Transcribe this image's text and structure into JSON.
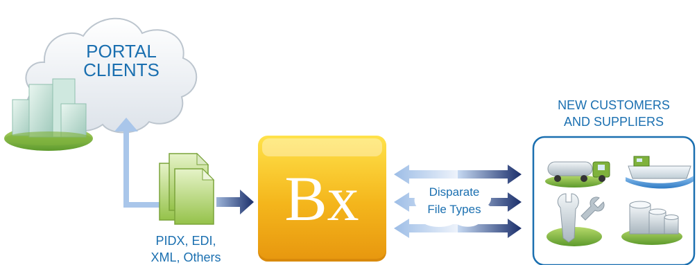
{
  "portal": {
    "title_line1": "PORTAL",
    "title_line2": "CLIENTS"
  },
  "formats": {
    "line1": "PIDX, EDI,",
    "line2": "XML, Others"
  },
  "hub": {
    "label": "Bx"
  },
  "exchange": {
    "line1": "Disparate",
    "line2": "File Types"
  },
  "partners": {
    "title_line1": "NEW CUSTOMERS",
    "title_line2": "AND SUPPLIERS",
    "icons": [
      "truck-icon",
      "ship-icon",
      "tools-icon",
      "storage-tanks-icon"
    ]
  },
  "colors": {
    "accent_blue": "#1a6fb0",
    "arrow_dark": "#1b2f6b",
    "arrow_light": "#a9c6ea",
    "hub_gold": "#f2b21a",
    "document_green": "#9cc94e",
    "grass_green": "#7fb23c"
  }
}
